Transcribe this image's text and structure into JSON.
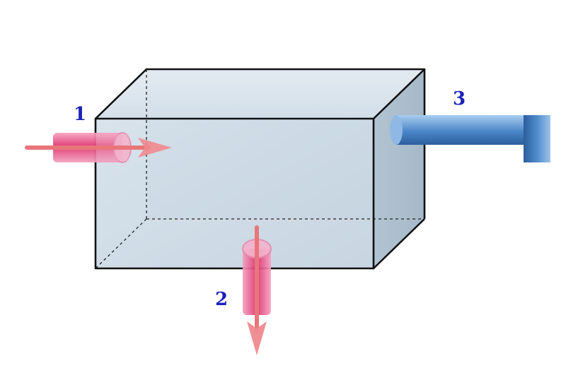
{
  "labels": {
    "inlet": "1",
    "outlet": "2",
    "pipe": "3"
  },
  "colors": {
    "box_fill": "#c7d6e3",
    "box_edge": "#111111",
    "flow_arrow": "#e8767a",
    "flow_tube": "#e0306e",
    "pipe": "#4a86c8",
    "label": "#1a22b8"
  }
}
